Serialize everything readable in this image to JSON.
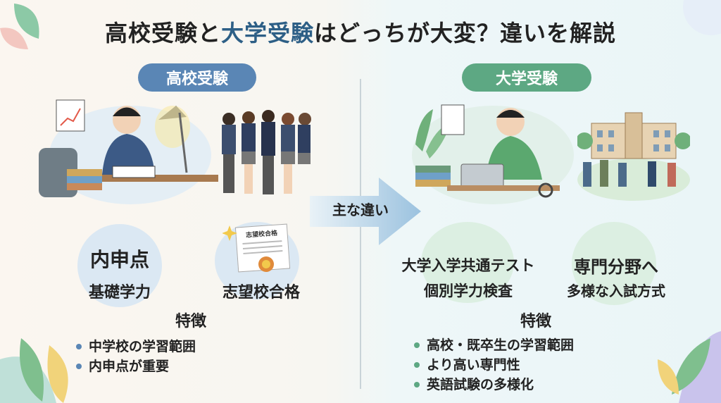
{
  "title": {
    "part1": "高校受験と",
    "highlight": "大学受験",
    "part2": "はどっちが大変？違いを解説"
  },
  "center": {
    "arrow_label": "主な違い"
  },
  "left": {
    "heading": "高校受験",
    "point1": {
      "line1": "内申点",
      "line2": "基礎学力"
    },
    "point2": {
      "line1": "志望校合格",
      "certificate_text": "志望校合格"
    },
    "features_title": "特徴",
    "features": [
      "中学校の学習範囲",
      "内申点が重要"
    ]
  },
  "right": {
    "heading": "大学受験",
    "point1": {
      "line1": "大学入学共通テスト",
      "line2": "個別学力検査"
    },
    "point2": {
      "line1": "専門分野へ",
      "line2": "多様な入試方式"
    },
    "features_title": "特徴",
    "features": [
      "高校・既卒生の学習範囲",
      "より高い専門性",
      "英語試験の多様化"
    ]
  },
  "colors": {
    "left_accent": "#5a86b5",
    "right_accent": "#5da883",
    "title_highlight": "#2d5f86"
  }
}
